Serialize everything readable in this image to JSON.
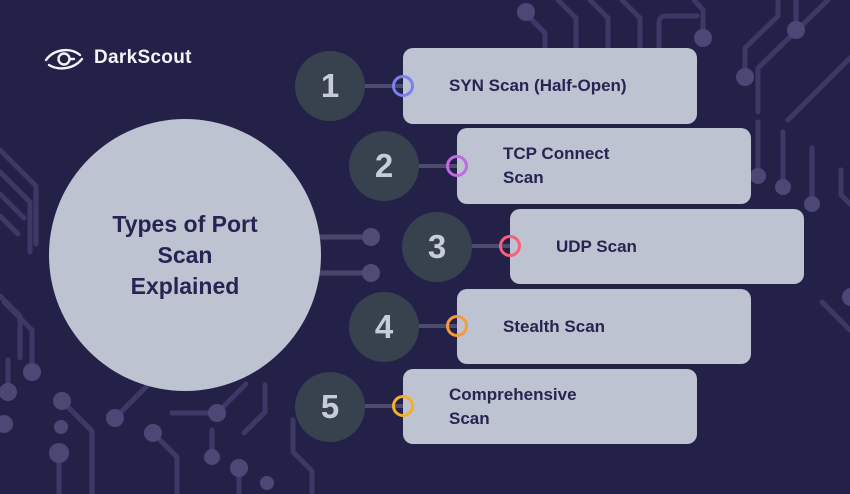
{
  "brand": {
    "name": "DarkScout",
    "logo_icon": "eye-icon"
  },
  "title": {
    "line1": "Types of Port",
    "line2": "Scan",
    "line3": "Explained"
  },
  "items": [
    {
      "number": "1",
      "label": "SYN Scan (Half-Open)",
      "accent": "#7b80ee"
    },
    {
      "number": "2",
      "label": "TCP Connect Scan",
      "accent": "#c16ae4"
    },
    {
      "number": "3",
      "label": "UDP Scan",
      "accent": "#f85f7d"
    },
    {
      "number": "4",
      "label": "Stealth Scan",
      "accent": "#f8993c"
    },
    {
      "number": "5",
      "label": "Comprehensive Scan",
      "accent": "#f2b124"
    }
  ],
  "colors": {
    "background": "#242149",
    "card": "#bdc3d1",
    "dark_text": "#272452",
    "number_circle": "#38414e",
    "number_text": "#c7ccd9",
    "circuit_trace": "#3c3966",
    "circuit_node": "#4b4875",
    "connector_line": "#4e4c6e",
    "logo_text": "#f4f4f8"
  }
}
